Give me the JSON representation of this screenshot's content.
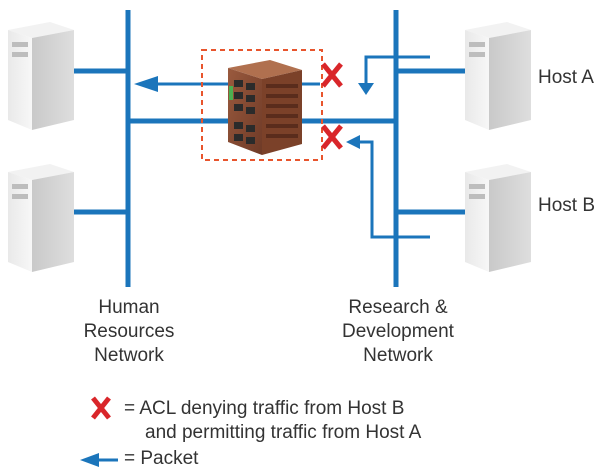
{
  "hosts": {
    "host_a": "Host A",
    "host_b": "Host B"
  },
  "networks": {
    "left": {
      "line1": "Human",
      "line2": "Resources",
      "line3": "Network"
    },
    "right": {
      "line1": "Research &",
      "line2": "Development",
      "line3": "Network"
    }
  },
  "legend": {
    "x_symbol": "X",
    "x_text_line1": "= ACL denying traffic from Host B",
    "x_text_line2": "and permitting traffic from Host A",
    "packet_text": "= Packet"
  },
  "colors": {
    "network_line": "#1b75bb",
    "deny_mark": "#d9262a",
    "dashed_box": "#e8552d",
    "server_body": "#dcdcdc",
    "router_body": "#8a4b32"
  },
  "icons": [
    "server-icon",
    "industrial-switch-icon",
    "deny-x-icon",
    "packet-arrow-icon"
  ]
}
